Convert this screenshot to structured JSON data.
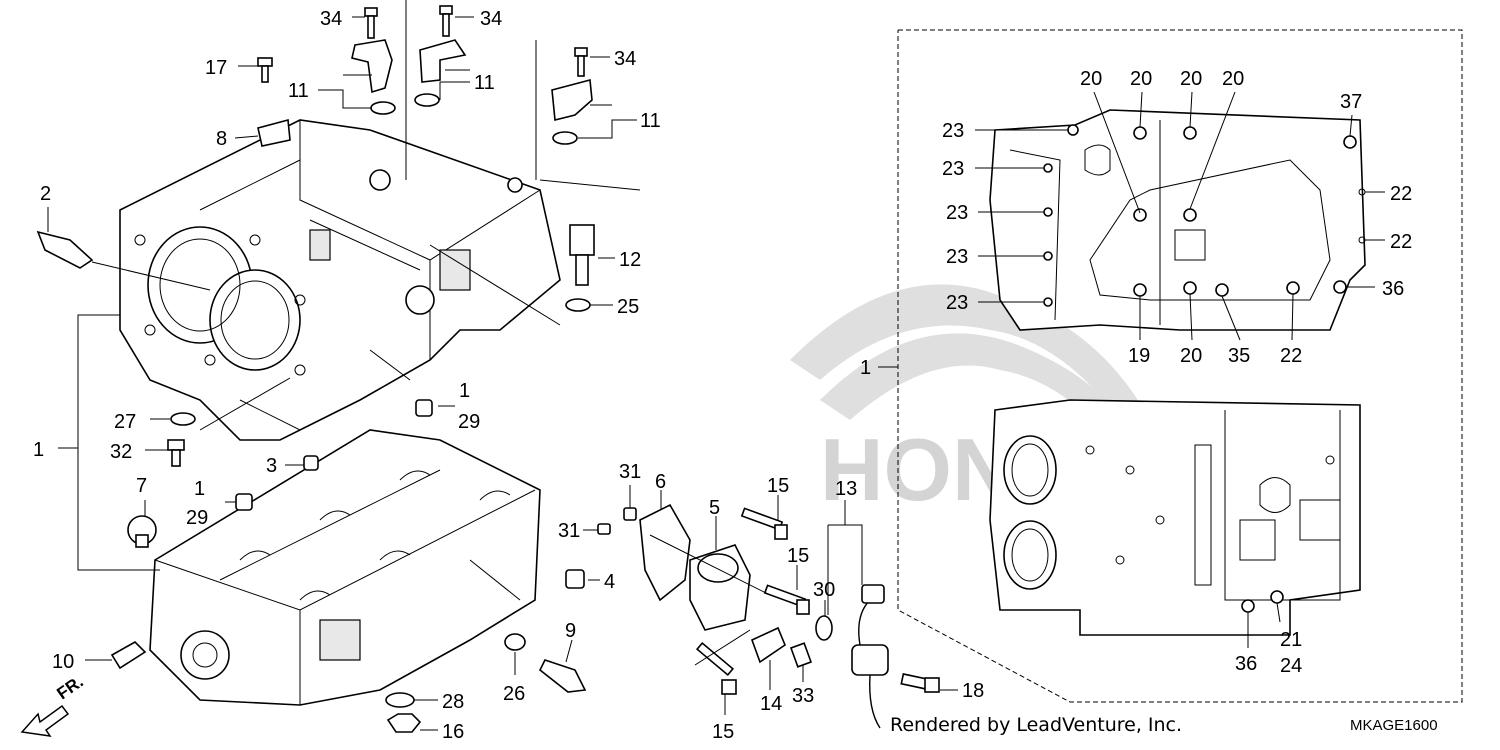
{
  "callouts": {
    "c34a": "34",
    "c34b": "34",
    "c34c": "34",
    "c17": "17",
    "c11a": "11",
    "c11b": "11",
    "c11c": "11",
    "c8": "8",
    "c2": "2",
    "c12": "12",
    "c25": "25",
    "c1a": "1",
    "c1b": "1",
    "c1c": "1",
    "c1d": "1",
    "c29a": "29",
    "c29b": "29",
    "c27": "27",
    "c32": "32",
    "c3": "3",
    "c7": "7",
    "c31a": "31",
    "c31b": "31",
    "c6": "6",
    "c5": "5",
    "c15a": "15",
    "c15b": "15",
    "c15c": "15",
    "c13": "13",
    "c4": "4",
    "c30": "30",
    "c9": "9",
    "c10": "10",
    "c28": "28",
    "c16": "16",
    "c26": "26",
    "c14": "14",
    "c33": "33",
    "c18": "18",
    "c20a": "20",
    "c20b": "20",
    "c20c": "20",
    "c20d": "20",
    "c20e": "20",
    "c23a": "23",
    "c23b": "23",
    "c23c": "23",
    "c23d": "23",
    "c23e": "23",
    "c37": "37",
    "c22a": "22",
    "c22b": "22",
    "c22c": "22",
    "c36a": "36",
    "c36b": "36",
    "c19": "19",
    "c35": "35",
    "c21": "21",
    "c24": "24"
  },
  "watermark": "HONDA",
  "front_marker": "FR.",
  "credit": "Rendered by LeadVenture, Inc.",
  "diagram_code": "MKAGE1600"
}
